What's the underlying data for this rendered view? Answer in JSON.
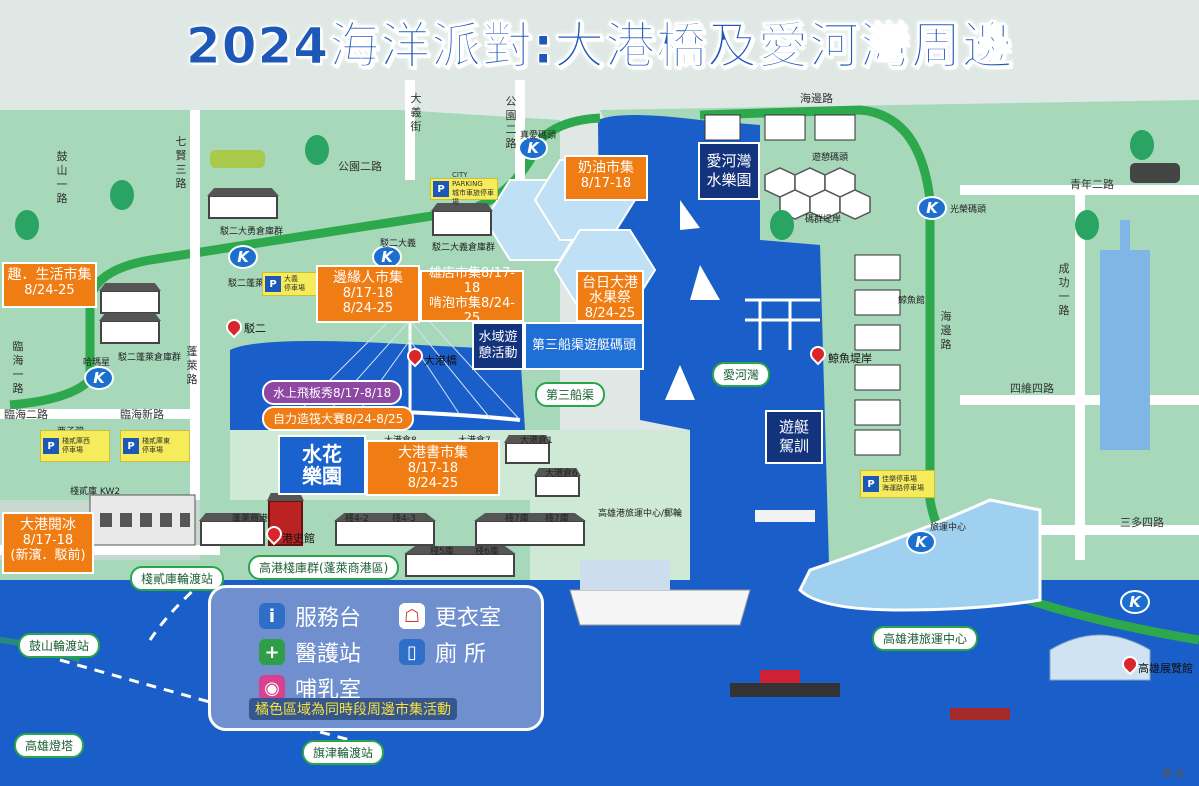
{
  "title": "2024海洋派對:大港橋及愛河灣周邊",
  "roads": {
    "gushan1": "鼓山一路",
    "qixian3": "七賢三路",
    "gongyuan2_h": "公園二路",
    "gongyuan2_v": "公園二路",
    "dayi": "大義街",
    "linhai1": "臨海一路",
    "linhai2": "臨海二路",
    "linhaixin": "臨海新路",
    "penglai": "蓬萊路",
    "haibian_top": "海邊路",
    "haibian_v": "海邊路",
    "qingnian2": "青年二路",
    "chenggong1": "成功一路",
    "siwei4": "四維四路",
    "sanduo4": "三多四路"
  },
  "areas": {
    "qu_market": {
      "title": "趣．生活市集",
      "dates": "8/24-25"
    },
    "bianyuan": {
      "title": "邊緣人市集",
      "dates": "8/17-18\n8/24-25"
    },
    "naiyou": {
      "title": "奶油市集",
      "dates": "8/17-18"
    },
    "xiongdian": {
      "title": "雄店市集8/17-18\n啃泡市集8/24-25"
    },
    "tainichi": {
      "title": "台日大港\n水果祭",
      "dates": "8/24-25"
    },
    "dagangshu": {
      "title": "大港書市集",
      "dates": "8/17-18\n8/24-25"
    },
    "dagangyue": {
      "title": "大港閱冰",
      "dates": "8/17-18\n(新濱．駁前)"
    }
  },
  "navy_blocks": {
    "aihe_water": "愛河灣\n水樂園",
    "yacht_train": "遊艇\n駕訓",
    "water_rest": "水域遊\n憩活動",
    "shuihua": "水花\n樂園"
  },
  "blue_blocks": {
    "dock3": "第三船渠遊艇碼頭"
  },
  "pills": {
    "dock3_canal": "第三船渠",
    "aihe_bay": "愛河灣",
    "flyboard": "水上飛板秀8/17-8/18",
    "raft": "自力造筏大賽8/24-8/25",
    "pier2_warehouses": "高港棧庫群(蓬萊商港區)",
    "pier2_ferry": "棧貳庫輪渡站",
    "gushan_ferry": "鼓山輪渡站",
    "qijin_ferry": "旗津輪渡站",
    "lighthouse": "高雄燈塔",
    "cruise_center": "高雄港旅運中心"
  },
  "pins": {
    "bo2": "駁二",
    "bridge": "大港橋",
    "history": "港史館",
    "fishport": "鯨魚堤岸",
    "exhibition": "高雄展覽館"
  },
  "small_labels": {
    "bo2_big": "駁二大義",
    "bo2_p3": "駁二大義倉庫群",
    "bo2_penglai": "駁二蓬萊倉庫群",
    "bo2_dayi": "駁二大勇倉庫群",
    "penglai_st": "駁二蓬萊",
    "zhenai": "真愛碼頭",
    "guangrong": "光榮碼頭",
    "linhai_lrt": "哈瑪星",
    "xizi": "西子灣",
    "yinhe": "旅運中心",
    "pier2_kw2": "棧貳庫 KW2",
    "cruise_ctr_bldg": "高雄港旅運中心/郵輪",
    "seeding": "遊憩碼頭",
    "bar": "碼群堤岸",
    "fishport_lbl": "鯨魚館",
    "c8": "大港倉8",
    "c7": "大港倉7",
    "c1": "大港倉1",
    "c6": "大港倉6",
    "c42": "棧4-2",
    "c43": "棧4-3",
    "c7b": "棧7庫",
    "c7c": "棧7庫",
    "c5": "棧5庫",
    "c6b": "棧6庫",
    "penglai_lrt": "蓬萊商港"
  },
  "parking": {
    "city": "CITY PARKING\n城市車旅停車場",
    "dayi_p": "大義\n停車場",
    "pier2_west": "棧貳庫西\n停車場",
    "pier2_east": "棧貳庫東\n停車場",
    "jiayue": "佳樂停車場\n海運路停車場"
  },
  "legend": {
    "service": "服務台",
    "changing": "更衣室",
    "medical": "醫護站",
    "toilet": "廁 所",
    "nursing": "哺乳室",
    "note": "橘色區域為同時段周邊市集活動"
  },
  "ad": "廣 告",
  "colors": {
    "sea": "#1a5fc9",
    "land": "#9fd6b4",
    "orange": "#ef7d14",
    "navy": "#13347d",
    "road_green": "#2ea84d",
    "title": "#1d57b8"
  }
}
